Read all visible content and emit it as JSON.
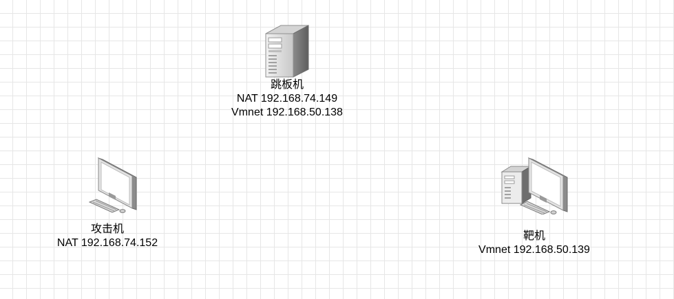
{
  "nodes": {
    "jump": {
      "name": "跳板机",
      "lines": [
        "NAT 192.168.74.149",
        "Vmnet 192.168.50.138"
      ],
      "icon": "tower-server-icon"
    },
    "attacker": {
      "name": "攻击机",
      "lines": [
        "NAT 192.168.74.152"
      ],
      "icon": "laptop-monitor-icon"
    },
    "target": {
      "name": "靶机",
      "lines": [
        "Vmnet 192.168.50.139"
      ],
      "icon": "desktop-pc-icon"
    }
  },
  "colors": {
    "grid": "#e6e6e6",
    "device_light": "#e6e6e6",
    "device_mid": "#9e9e9e",
    "device_dark": "#5c5c5c"
  }
}
